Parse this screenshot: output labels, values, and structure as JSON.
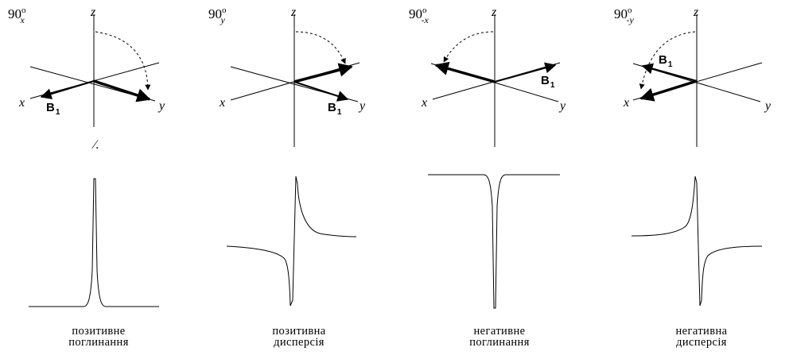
{
  "panels": [
    {
      "pulse_angle": "90",
      "pulse_degree": "o",
      "pulse_axis": "x",
      "axis_z": "z",
      "axis_x": "x",
      "axis_y": "y",
      "field_label": "B",
      "field_sub": "1",
      "caption_line1": "позитивне",
      "caption_line2": "поглинання",
      "stray_mark": "⁄."
    },
    {
      "pulse_angle": "90",
      "pulse_degree": "o",
      "pulse_axis": "y",
      "axis_z": "z",
      "axis_x": "x",
      "axis_y": "y",
      "field_label": "B",
      "field_sub": "1",
      "caption_line1": "позитивна",
      "caption_line2": "дисперсія"
    },
    {
      "pulse_angle": "90",
      "pulse_degree": "o",
      "pulse_axis": "-x",
      "axis_z": "z",
      "axis_x": "x",
      "axis_y": "y",
      "field_label": "B",
      "field_sub": "1",
      "caption_line1": "негативне",
      "caption_line2": "поглинання"
    },
    {
      "pulse_angle": "90",
      "pulse_degree": "o",
      "pulse_axis": "-y",
      "axis_z": "z",
      "axis_x": "x",
      "axis_y": "y",
      "field_label": "B",
      "field_sub": "1",
      "caption_line1": "негативна",
      "caption_line2": "дисперсія"
    }
  ],
  "colors": {
    "ink": "#000000",
    "background": "#ffffff"
  }
}
